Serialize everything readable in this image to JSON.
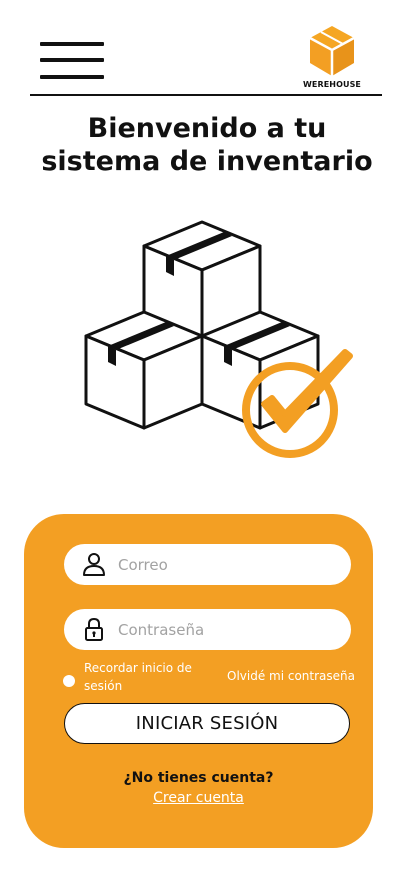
{
  "header": {
    "brand_name": "WEREHOUSE",
    "menu_icon": "hamburger-menu-icon",
    "logo_icon": "cube-logo-icon"
  },
  "title": {
    "line1": "Bienvenido a tu",
    "line2": "sistema de inventario"
  },
  "hero": {
    "icon": "stacked-boxes-checkmark-icon"
  },
  "login": {
    "email_placeholder": "Correo",
    "email_value": "",
    "email_icon": "user-icon",
    "password_placeholder": "Contraseña",
    "password_value": "",
    "password_icon": "lock-icon",
    "remember_label": "Recordar inicio de sesión",
    "remember_checked": false,
    "forgot_label": "Olvidé mi contraseña",
    "submit_label": "INICIAR SESIÓN",
    "no_account_text": "¿No tienes cuenta?",
    "signup_label": "Crear cuenta"
  },
  "colors": {
    "accent": "#f39f23",
    "text": "#111111",
    "background": "#ffffff"
  }
}
